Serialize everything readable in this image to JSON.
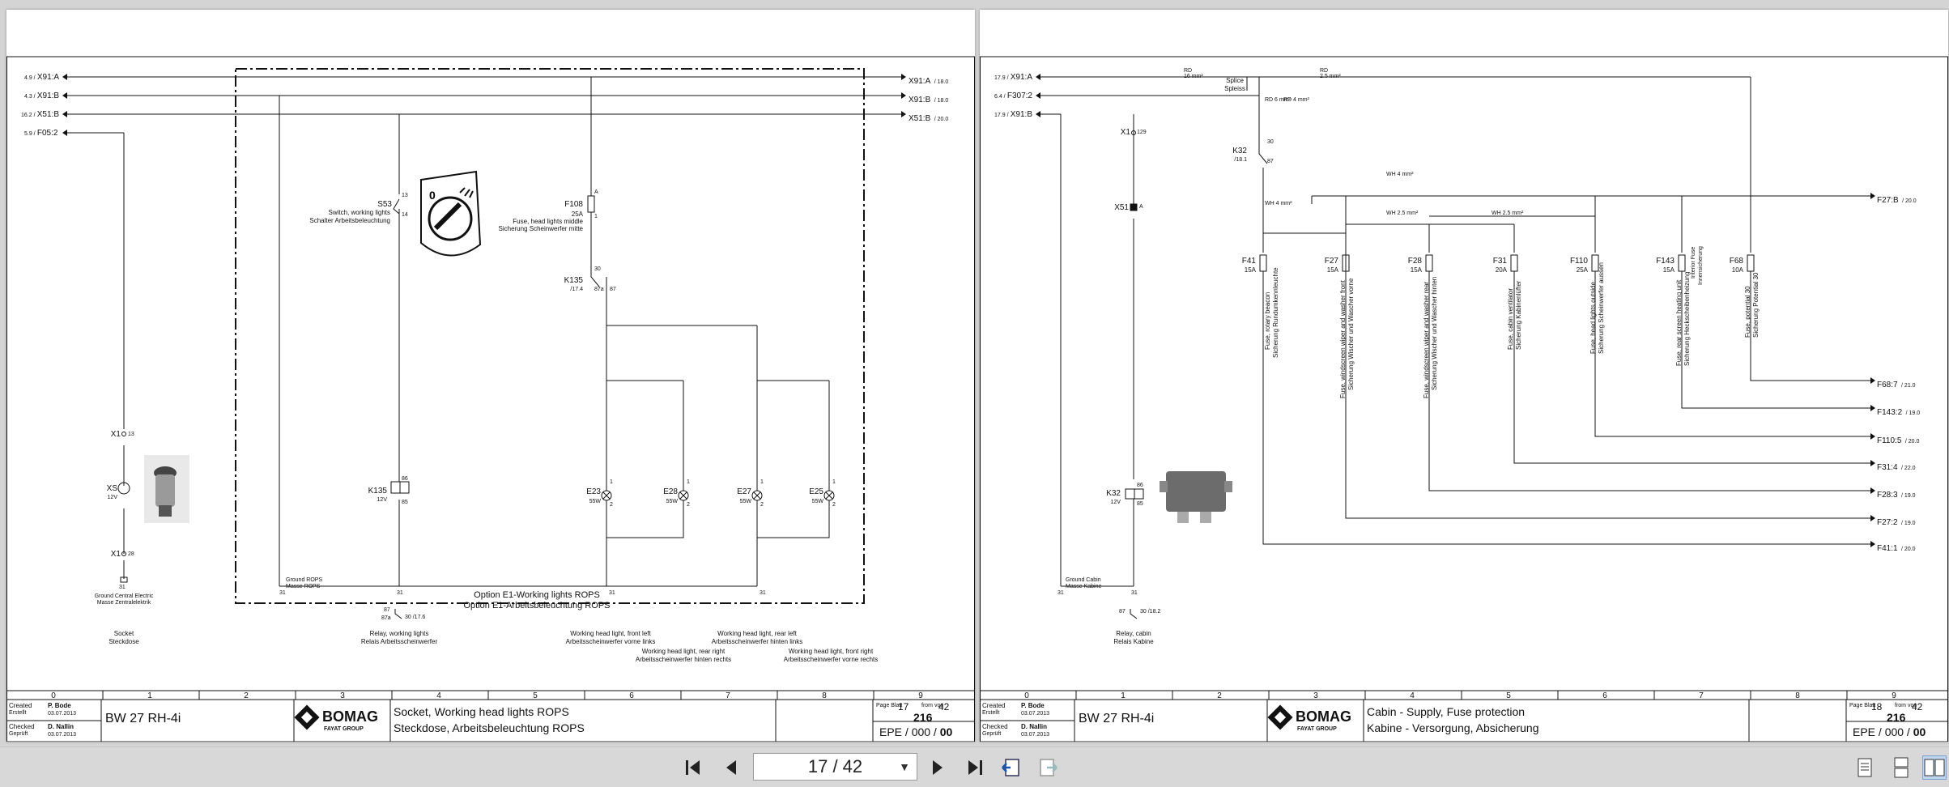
{
  "viewer": {
    "page_indicator": "17 / 42",
    "nav": {
      "first": "first-page",
      "prev": "previous-page",
      "next": "next-page",
      "last": "last-page"
    }
  },
  "left": {
    "title_block": {
      "created_label": "Created",
      "created_label_de": "Erstellt",
      "created_by": "P. Bode",
      "created_date": "03.07.2013",
      "checked_label": "Checked",
      "checked_label_de": "Geprüft",
      "checked_by": "D. Nallin",
      "checked_date": "03.07.2013",
      "machine": "BW 27 RH-4i",
      "brand": "BOMAG",
      "group": "FAYAT GROUP",
      "desc_en": "Socket, Working head lights ROPS",
      "desc_de": "Steckdose, Arbeitsbeleuchtung ROPS",
      "page_label": "Page Blatt",
      "page_no": "17",
      "from_label": "from von",
      "page_total": "42",
      "doc_no": "216",
      "epe": "EPE",
      "epe1": "000",
      "epe2": "00"
    },
    "columns": [
      "0",
      "1",
      "2",
      "3",
      "4",
      "5",
      "6",
      "7",
      "8",
      "9"
    ],
    "refs": [
      {
        "pre": "4.9 /",
        "name": "X91:A"
      },
      {
        "pre": "4.3 /",
        "name": "X91:B"
      },
      {
        "pre": "16.2 /",
        "name": "X51:B"
      },
      {
        "pre": "5.9 /",
        "name": "F05:2"
      }
    ],
    "out_refs": [
      {
        "name": "X91:A",
        "post": "/ 18.0"
      },
      {
        "name": "X91:B",
        "post": "/ 18.0"
      },
      {
        "name": "X51:B",
        "post": "/ 20.0"
      }
    ],
    "s53": {
      "name": "S53",
      "p13": "13",
      "p14": "14",
      "en": "Switch, working lights",
      "de": "Schalter Arbeitsbeleuchtung"
    },
    "f108": {
      "name": "F108",
      "amp": "25A",
      "pA": "A",
      "p1": "1",
      "en": "Fuse, head lights middle",
      "de": "Sicherung Scheinwerfer mitte"
    },
    "k135": {
      "name": "K135",
      "ref": "/17.4",
      "p30": "30",
      "p87a": "87a",
      "p87": "87"
    },
    "k135coil": {
      "name": "K135",
      "volt": "12V",
      "p86": "86",
      "p85": "85"
    },
    "x1a": {
      "name": "X1",
      "pin": "13"
    },
    "xs": {
      "name": "XS",
      "volt": "12V"
    },
    "x1b": {
      "name": "X1",
      "pin": "28"
    },
    "lamps": [
      {
        "name": "E23",
        "watt": "55W"
      },
      {
        "name": "E28",
        "watt": "55W"
      },
      {
        "name": "E27",
        "watt": "55W"
      },
      {
        "name": "E25",
        "watt": "55W"
      }
    ],
    "pin1": "1",
    "pin2": "2",
    "pin31": "31",
    "ground_rops_en": "Ground ROPS",
    "ground_rops_de": "Masse ROPS",
    "option_en": "Option E1-Working lights ROPS",
    "option_de": "Option E1-Arbeitsbeleuchtung ROPS",
    "ground_central_en": "Ground Central Electric",
    "ground_central_de": "Masse Zentralelektrik",
    "relay_xref_a": "87",
    "relay_xref_b": "87a",
    "relay_xref_c": "30 /17.6",
    "captions": [
      {
        "en": "Socket",
        "de": "Steckdose"
      },
      {
        "en": "Relay, working lights",
        "de": "Relais Arbeitsscheinwerfer"
      },
      {
        "en": "Working head light, front left",
        "de": "Arbeitsscheinwerfer vorne links"
      },
      {
        "en": "Working head light, rear right",
        "de": "Arbeitsscheinwerfer hinten rechts"
      },
      {
        "en": "Working head light, rear left",
        "de": "Arbeitsscheinwerfer hinten links"
      },
      {
        "en": "Working head light, front right",
        "de": "Arbeitsscheinwerfer vorne rechts"
      }
    ]
  },
  "right": {
    "title_block": {
      "created_label": "Created",
      "created_label_de": "Erstellt",
      "created_by": "P. Bode",
      "created_date": "03.07.2013",
      "checked_label": "Checked",
      "checked_label_de": "Geprüft",
      "checked_by": "D. Nallin",
      "checked_date": "03.07.2013",
      "machine": "BW 27 RH-4i",
      "brand": "BOMAG",
      "group": "FAYAT GROUP",
      "desc_en": "Cabin - Supply, Fuse protection",
      "desc_de": "Kabine - Versorgung, Absicherung",
      "page_label": "Page Blatt",
      "page_no": "18",
      "from_label": "from von",
      "page_total": "42",
      "doc_no": "216",
      "epe": "EPE",
      "epe1": "000",
      "epe2": "00"
    },
    "refs": [
      {
        "pre": "17.9 /",
        "name": "X91:A"
      },
      {
        "pre": "6.4 /",
        "name": "F307:2"
      },
      {
        "pre": "17.9 /",
        "name": "X91:B"
      }
    ],
    "splice_en": "Splice",
    "splice_de": "Spleiss",
    "wire_a": "RD",
    "wire_a2": "16 mm²",
    "wire_b": "RD",
    "wire_b2": "2.5 mm²",
    "wire_c": "RD 6 mm²",
    "wire_d": "RD 4 mm²",
    "wire_e": "WH 4 mm²",
    "wire_f": "WH 2.5 mm²",
    "x1": {
      "name": "X1",
      "pin": "129"
    },
    "k32": {
      "name": "K32",
      "ref": "/18.1",
      "p30": "30",
      "p87": "87"
    },
    "x51": {
      "name": "X51",
      "pin": "A"
    },
    "fuses": [
      {
        "name": "F41",
        "amp": "15A",
        "en": "Fuse, rotary beacon",
        "de": "Sicherung Rundumkennleuchte"
      },
      {
        "name": "F27",
        "amp": "15A",
        "en": "Fuse, windscreen wiper and washer front",
        "de": "Sicherung Wischer und Wascher vorne"
      },
      {
        "name": "F28",
        "amp": "15A",
        "en": "Fuse, windscreen wiper and washer rear",
        "de": "Sicherung Wischer und Wascher hinten"
      },
      {
        "name": "F31",
        "amp": "20A",
        "en": "Fuse, cabin ventilator",
        "de": "Sicherung Kabinenlüfter"
      },
      {
        "name": "F110",
        "amp": "25A",
        "en": "Fuse, head lights outside",
        "de": "Sicherung Scheinwerfer aussen"
      },
      {
        "name": "F143",
        "amp": "15A",
        "en": "Fuse, rear screen heating unit",
        "de": "Sicherung Heckscheibenheizung"
      },
      {
        "name": "F68",
        "amp": "10A",
        "en": "Fuse, potential 30",
        "de": "Sicherung Potential 30"
      }
    ],
    "interior_en": "Interior Fuse",
    "interior_de": "Innensicherung",
    "out_refs": [
      {
        "name": "F27:B",
        "post": "/ 20.0"
      },
      {
        "name": "F68:7",
        "post": "/ 21.0"
      },
      {
        "name": "F143:2",
        "post": "/ 19.0"
      },
      {
        "name": "F110:5",
        "post": "/ 20.0"
      },
      {
        "name": "F31:4",
        "post": "/ 22.0"
      },
      {
        "name": "F28:3",
        "post": "/ 19.0"
      },
      {
        "name": "F27:2",
        "post": "/ 19.0"
      },
      {
        "name": "F41:1",
        "post": "/ 20.0"
      }
    ],
    "k32coil": {
      "name": "K32",
      "volt": "12V",
      "p86": "86",
      "p85": "85"
    },
    "ground_cabin_en": "Ground Cabin",
    "ground_cabin_de": "Masse Kabine",
    "pin31": "31",
    "relay_xref": "87",
    "relay_xref2": "30 /18.2",
    "caption_en": "Relay, cabin",
    "caption_de": "Relais Kabine"
  }
}
